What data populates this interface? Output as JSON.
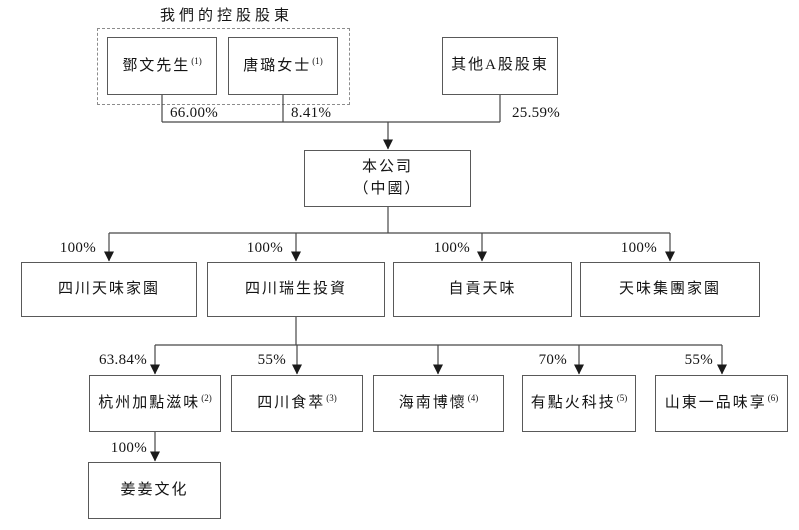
{
  "title": "我們的控股股東",
  "shareholders": {
    "deng": {
      "name": "鄧文先生",
      "note": "(1)",
      "ownership": "66.00%"
    },
    "tang": {
      "name": "唐璐女士",
      "note": "(1)",
      "ownership": "8.41%"
    },
    "other_a": {
      "name": "其他A股股東",
      "ownership": "25.59%"
    }
  },
  "company": {
    "name": "本公司",
    "location": "（中國）"
  },
  "subsidiaries_level2": [
    {
      "name": "四川天味家園",
      "ownership": "100%"
    },
    {
      "name": "四川瑞生投資",
      "ownership": "100%"
    },
    {
      "name": "自貢天味",
      "ownership": "100%"
    },
    {
      "name": "天味集團家園",
      "ownership": "100%"
    }
  ],
  "subsidiaries_level3": [
    {
      "name": "杭州加點滋味",
      "note": "(2)",
      "ownership": "63.84%"
    },
    {
      "name": "四川食萃",
      "note": "(3)",
      "ownership": "55%"
    },
    {
      "name": "海南博懷",
      "note": "(4)"
    },
    {
      "name": "有點火科技",
      "note": "(5)",
      "ownership": "70%"
    },
    {
      "name": "山東一品味享",
      "note": "(6)",
      "ownership": "55%"
    }
  ],
  "subsidiary_level4": {
    "name": "姜姜文化",
    "ownership": "100%"
  },
  "colors": {
    "line": "#474747",
    "box_border": "#595959",
    "dashed_border": "#8c8c8c",
    "text": "#141414",
    "background": "#ffffff"
  }
}
